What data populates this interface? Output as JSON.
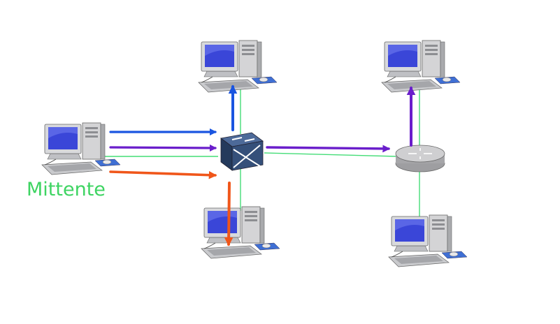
{
  "diagram": {
    "sender_label": "Mittente",
    "colors": {
      "link": "#44dd77",
      "blue": "#1a55e0",
      "purple": "#6a1ecb",
      "orange": "#f0561a",
      "screen": "#3a46d8",
      "case": "#d4d4d6",
      "switch": "#35507a",
      "router": "#b9b9bb"
    },
    "nodes": [
      {
        "id": "sender",
        "type": "computer"
      },
      {
        "id": "pc-top-center",
        "type": "computer"
      },
      {
        "id": "pc-bottom-center",
        "type": "computer"
      },
      {
        "id": "pc-top-right",
        "type": "computer"
      },
      {
        "id": "pc-bottom-right",
        "type": "computer"
      },
      {
        "id": "switch",
        "type": "switch-icon"
      },
      {
        "id": "router",
        "type": "router-icon"
      }
    ],
    "links": [
      [
        "sender",
        "switch"
      ],
      [
        "switch",
        "pc-top-center"
      ],
      [
        "switch",
        "pc-bottom-center"
      ],
      [
        "switch",
        "router"
      ],
      [
        "router",
        "pc-top-right"
      ],
      [
        "router",
        "pc-bottom-right"
      ]
    ],
    "flows": [
      {
        "color": "blue",
        "path": [
          "sender",
          "switch",
          "pc-top-center"
        ]
      },
      {
        "color": "purple",
        "path": [
          "sender",
          "switch",
          "router",
          "pc-top-right"
        ]
      },
      {
        "color": "orange",
        "path": [
          "sender",
          "switch",
          "pc-bottom-center"
        ]
      }
    ]
  }
}
